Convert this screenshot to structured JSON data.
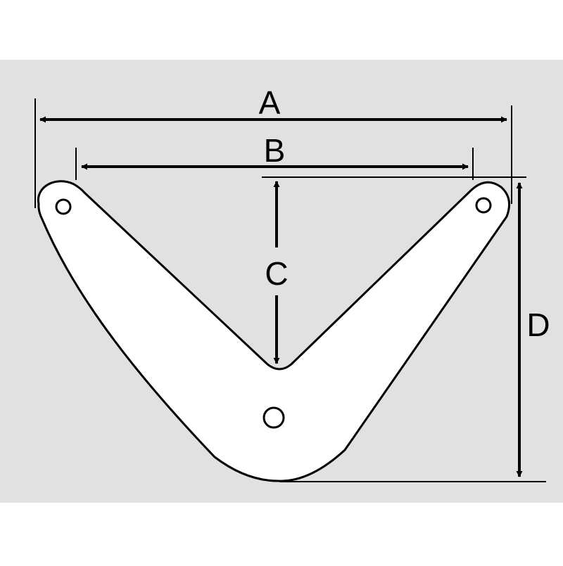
{
  "diagram": {
    "colors": {
      "background": "#ffffff",
      "panel": "#e1e1e1",
      "part_fill": "#ffffff",
      "stroke": "#000000"
    },
    "labels": {
      "a": "A",
      "b": "B",
      "c": "C",
      "d": "D"
    }
  }
}
